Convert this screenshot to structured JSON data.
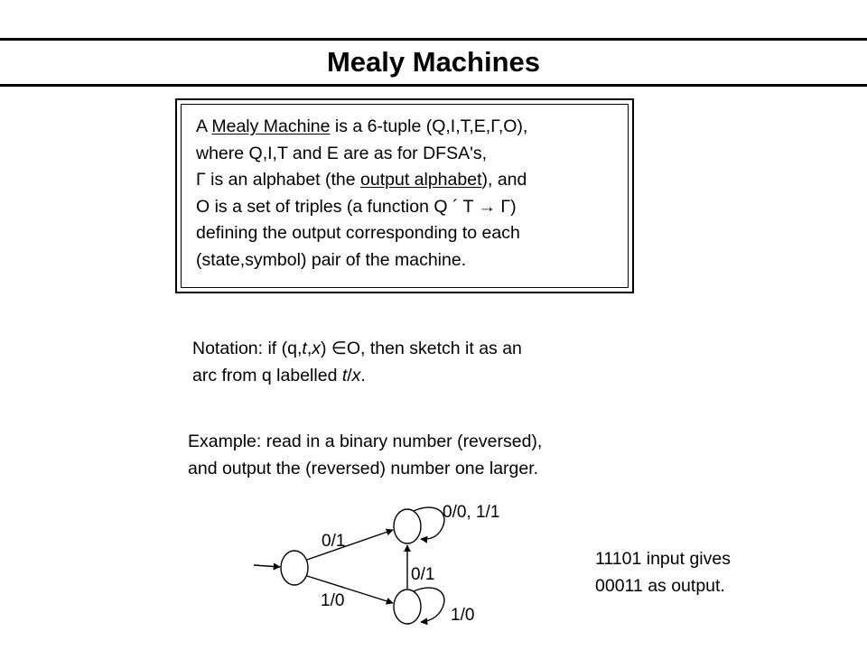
{
  "title": "Mealy Machines",
  "definition": {
    "line1_pre": "A ",
    "line1_term": "Mealy Machine",
    "line1_post": " is a 6-tuple (Q,I,T,E,Γ,O),",
    "line2": "where Q,I,T and E are as for DFSA's,",
    "line3_pre": "Γ is an alphabet (the ",
    "line3_term": "output alphabet",
    "line3_post": "),  and",
    "line4": "O is a set of triples (a function Q ´ T → Γ)",
    "line5": "defining the output corresponding to each",
    "line6": "(state,symbol) pair of the machine."
  },
  "notation": {
    "line1_a": "Notation: if (q,",
    "line1_t": "t",
    "line1_b": ",",
    "line1_x": "x",
    "line1_c": ") ∈O, then sketch it as an",
    "line2_a": "arc from q labelled ",
    "line2_t": "t",
    "line2_b": "/",
    "line2_x": "x",
    "line2_c": "."
  },
  "example": {
    "line1": "Example: read in a binary number (reversed),",
    "line2": "and output the (reversed) number one larger."
  },
  "diagram": {
    "labels": {
      "top_loop": "0/0, 1/1",
      "start_to_top": "0/1",
      "bottom_to_top": "0/1",
      "start_to_bottom": "1/0",
      "bottom_loop": "1/0"
    }
  },
  "result": {
    "line1": "11101 input gives",
    "line2": "00011 as output."
  }
}
